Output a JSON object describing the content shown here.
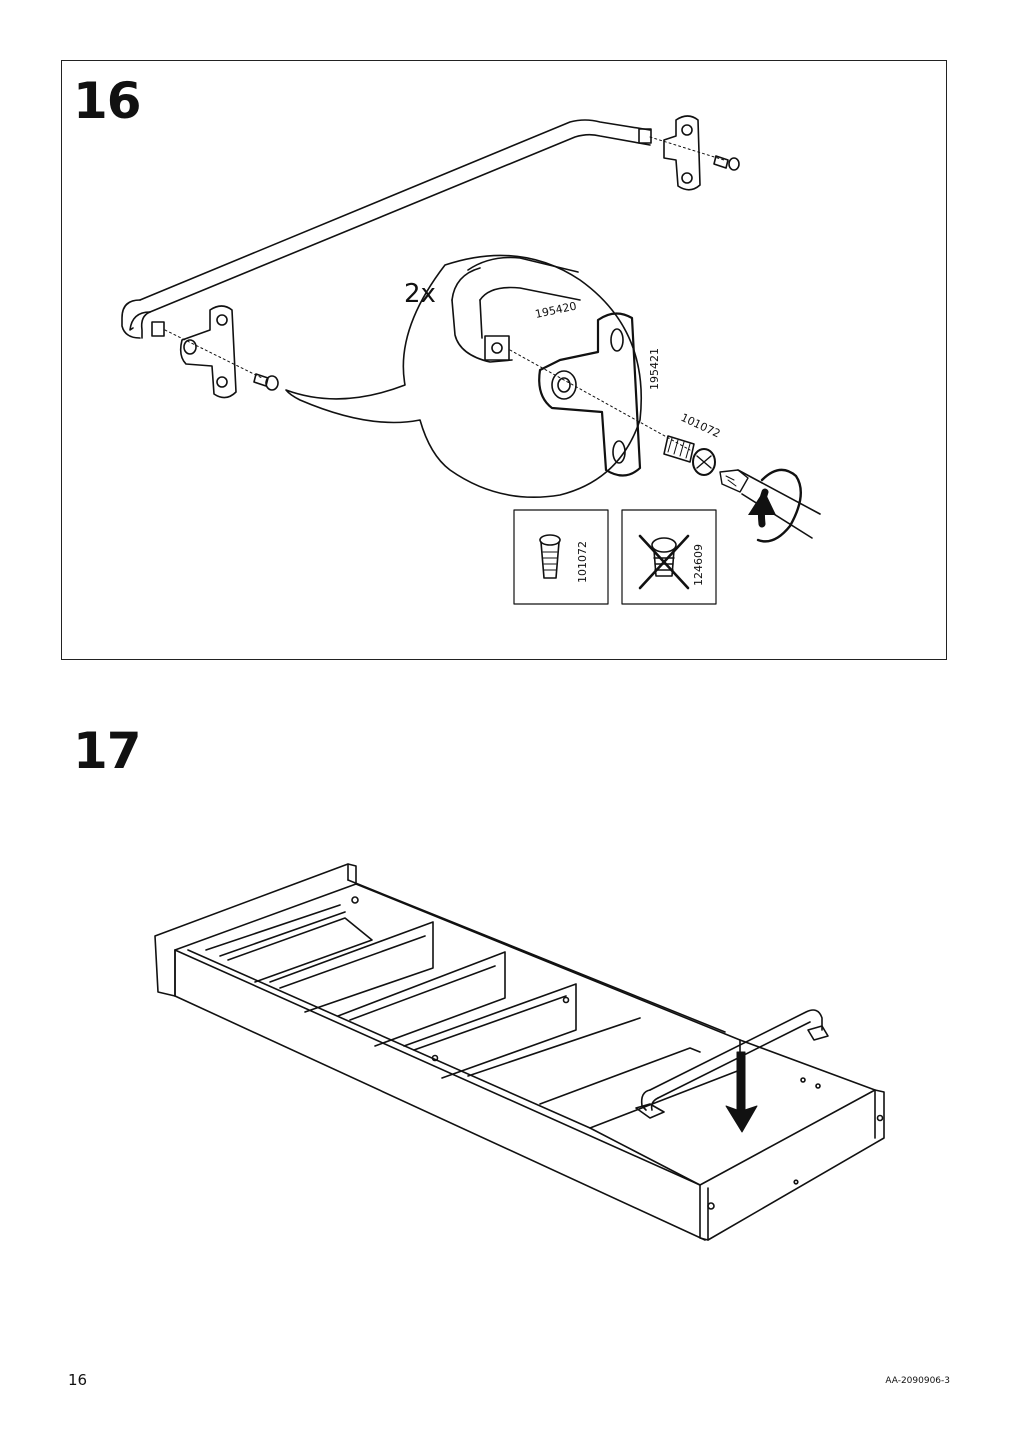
{
  "steps": [
    {
      "number": "16",
      "quantity_label": "2x",
      "part_numbers": {
        "handle": "195420",
        "bracket": "195421",
        "screw": "101072"
      },
      "screw_options": [
        {
          "code": "101072",
          "status": "correct"
        },
        {
          "code": "124609",
          "status": "incorrect"
        }
      ],
      "tool_icon": "screwdriver-icon",
      "rotation_icon": "clockwise-rotation-icon"
    },
    {
      "number": "17",
      "direction_icon": "down-arrow-icon"
    }
  ],
  "footer": {
    "page_number": "16",
    "document_code": "AA-2090906-3"
  }
}
